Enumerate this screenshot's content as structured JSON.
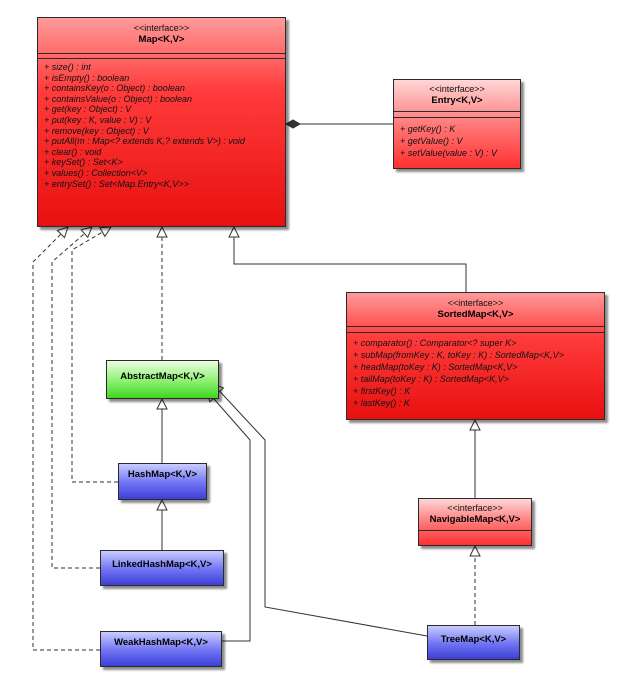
{
  "map": {
    "stereotype": "<<interface>>",
    "name": "Map<K,V>",
    "operations": [
      "+ size() : int",
      "+ isEmpty() : boolean",
      "+ containsKey(o : Object) : boolean",
      "+ containsValue(o : Object) : boolean",
      "+ get(key : Object) : V",
      "+ put(key : K, value : V) : V",
      "+ remove(key : Object) : V",
      "+ putAll(m : Map<? extends K,? extends V>) : void",
      "+ clear() : void",
      "+ keySet() : Set<K>",
      "+ values() : Collection<V>",
      "+ entrySet() : Set<Map.Entry<K,V>>"
    ]
  },
  "entry": {
    "stereotype": "<<interface>>",
    "name": "Entry<K,V>",
    "operations": [
      "+ getKey() : K",
      "+ getValue() : V",
      "+ setValue(value : V) : V"
    ]
  },
  "sortedmap": {
    "stereotype": "<<interface>>",
    "name": "SortedMap<K,V>",
    "operations": [
      "+ comparator() : Comparator<? super K>",
      "+ subMap(fromKey : K, toKey : K) : SortedMap<K,V>",
      "+ headMap(toKey : K) : SortedMap<K,V>",
      "+ tailMap(toKey : K) : SortedMap<K,V>",
      "+ firstKey() : K",
      "+ lastKey() : K"
    ]
  },
  "navigablemap": {
    "stereotype": "<<interface>>",
    "name": "NavigableMap<K,V>"
  },
  "abstractmap": {
    "name": "AbstractMap<K,V>"
  },
  "hashmap": {
    "name": "HashMap<K,V>"
  },
  "linkedhashmap": {
    "name": "LinkedHashMap<K,V>"
  },
  "weakhashmap": {
    "name": "WeakHashMap<K,V>"
  },
  "treemap": {
    "name": "TreeMap<K,V>"
  },
  "colors": {
    "interface_fill": "#e81010",
    "abstract_fill": "#3fd61f",
    "class_fill": "#3d3fd6",
    "line": "#333333"
  }
}
